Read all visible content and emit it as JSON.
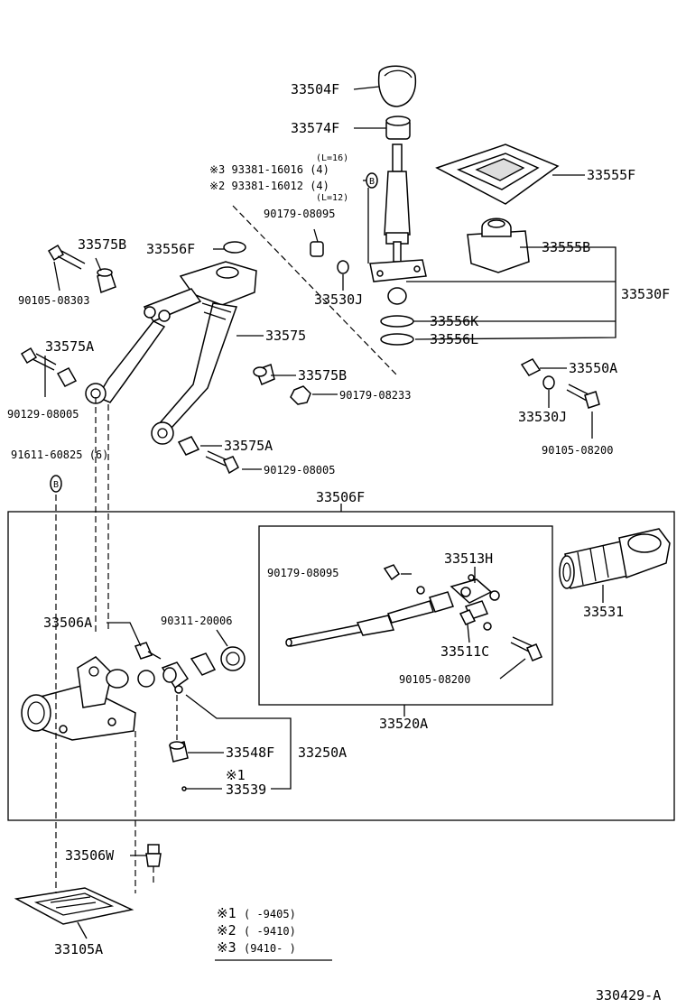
{
  "parts": {
    "p33504F": "33504F",
    "p33574F": "33574F",
    "p33555F": "33555F",
    "p93381_16016": "※3 93381-16016 (4)",
    "l16": "(L=16)",
    "p93381_16012": "※2 93381-16012 (4)",
    "l12": "(L=12)",
    "p90179_08095a": "90179-08095",
    "p33575B_a": "33575B",
    "p33556F": "33556F",
    "p33555B": "33555B",
    "p90105_08303": "90105-08303",
    "p33530J_a": "33530J",
    "p33530F": "33530F",
    "p33556K": "33556K",
    "p33556L": "33556L",
    "p33575": "33575",
    "p33575A_a": "33575A",
    "p33575B_b": "33575B",
    "p33550A": "33550A",
    "p90179_08233": "90179-08233",
    "p90129_08005a": "90129-08005",
    "p33530J_b": "33530J",
    "p33575A_b": "33575A",
    "p90105_08200a": "90105-08200",
    "p91611_60825": "91611-60825 (6)",
    "p90129_08005b": "90129-08005",
    "p33506F": "33506F",
    "p90179_08095b": "90179-08095",
    "p33513H": "33513H",
    "p33531": "33531",
    "p33506A": "33506A",
    "p90311_20006": "90311-20006",
    "p33511C": "33511C",
    "p90105_08200b": "90105-08200",
    "p33520A": "33520A",
    "p33548F": "33548F",
    "p33250A": "33250A",
    "mark1": "※1",
    "p33539": "33539",
    "p33506W": "33506W",
    "p33105A": "33105A",
    "bolt_b": "B"
  },
  "legend": {
    "row1_mark": "※1",
    "row1_text": "(      -9405)",
    "row2_mark": "※2",
    "row2_text": "(      -9410)",
    "row3_mark": "※3",
    "row3_text": "(9410-      )"
  },
  "diagram_id": "330429-A"
}
